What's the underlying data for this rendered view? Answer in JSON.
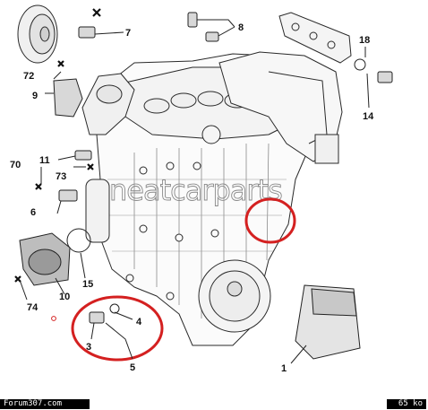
{
  "diagram": {
    "watermark": "neatcarparts",
    "callouts": {
      "c1": "1",
      "c3": "3",
      "c4": "4",
      "c5": "5",
      "c6": "6",
      "c7": "7",
      "c8": "8",
      "c9": "9",
      "c10": "10",
      "c11": "11",
      "c14": "14",
      "c15": "15",
      "c18": "18",
      "c70": "70",
      "c72": "72",
      "c73": "73",
      "c74": "74"
    },
    "highlight_color": "#d42020",
    "line_color": "#222222"
  },
  "footer": {
    "left_text": "Forum307.com",
    "right_text": "65 ko"
  }
}
